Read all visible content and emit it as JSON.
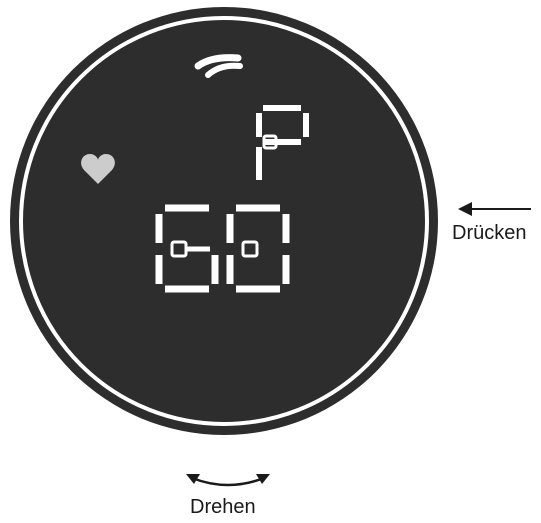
{
  "display": {
    "program_symbol": "P",
    "digits": [
      "G",
      "0"
    ],
    "colors": {
      "bezel": "#2d2d2d",
      "segment": "#ffffff",
      "heart": "#cccccc",
      "background": "#ffffff"
    },
    "icons": [
      "boost-icon",
      "heart-icon"
    ]
  },
  "controls": {
    "press_label": "Drücken",
    "turn_label": "Drehen"
  }
}
